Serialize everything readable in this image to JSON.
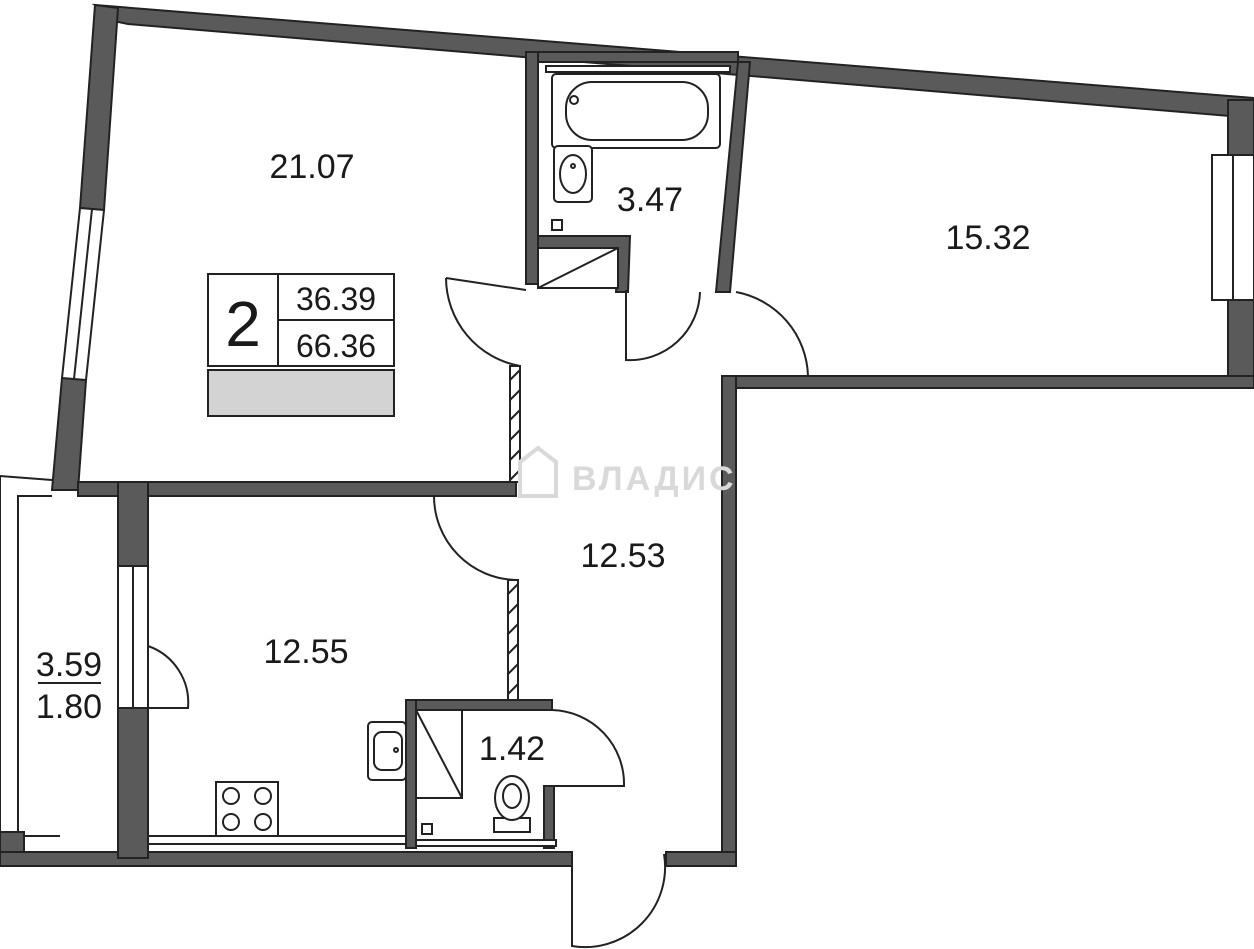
{
  "rooms": {
    "living_room": "21.07",
    "bathroom": "3.47",
    "bedroom": "15.32",
    "hallway": "12.53",
    "kitchen": "12.55",
    "wc": "1.42"
  },
  "balcony": {
    "area_top": "3.59",
    "area_bottom": "1.80"
  },
  "badge": {
    "rooms_count": "2",
    "living_area": "36.39",
    "total_area": "66.36"
  },
  "watermark": "ВЛАДИС",
  "colors": {
    "wall": "#5a5a5a",
    "badge_bar": "#d3d3d3",
    "watermark": "#d9d9d9"
  }
}
